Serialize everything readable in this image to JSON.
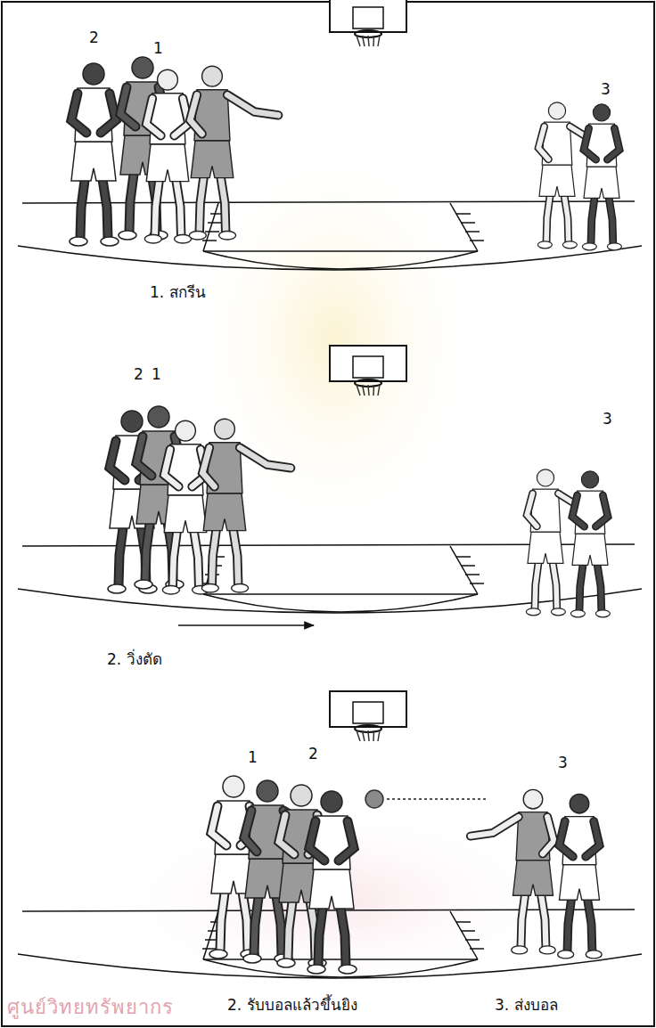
{
  "diagram": {
    "labels": [
      "2",
      "1",
      "3",
      "1. สกรีน",
      "2",
      "1",
      "3",
      "2. วิ่งตัด",
      "1",
      "2",
      "3",
      "2. รับบอลแล้วขึ้นยิง",
      "3. ส่งบอล",
      "ศูนย์วิทยทรัพยากร"
    ]
  }
}
